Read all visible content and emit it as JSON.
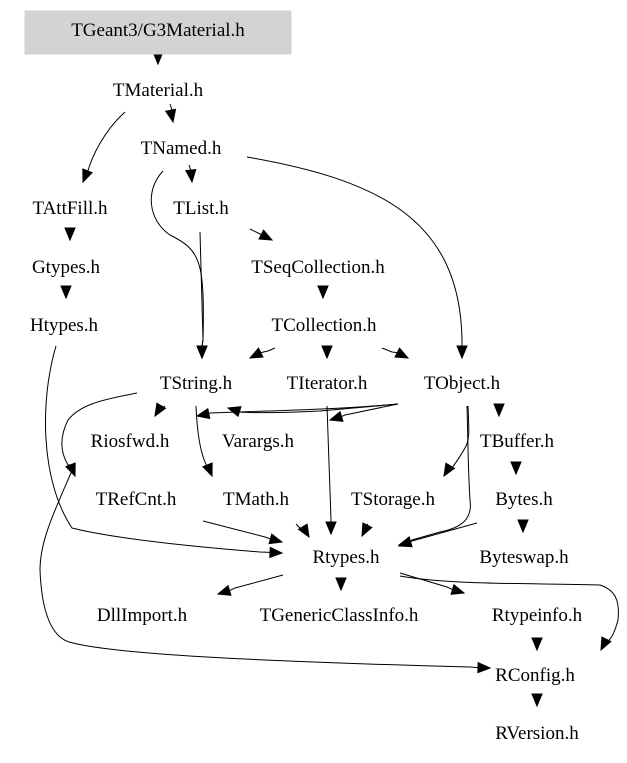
{
  "diagram": {
    "title": "TGeant3/G3Material.h",
    "root_fill": "#d3d3d3",
    "nodes": [
      {
        "id": "root",
        "label": "TGeant3/G3Material.h",
        "highlighted": true
      },
      {
        "id": "TMaterial",
        "label": "TMaterial.h"
      },
      {
        "id": "TNamed",
        "label": "TNamed.h"
      },
      {
        "id": "TAttFill",
        "label": "TAttFill.h"
      },
      {
        "id": "TList",
        "label": "TList.h"
      },
      {
        "id": "Gtypes",
        "label": "Gtypes.h"
      },
      {
        "id": "TSeqCollection",
        "label": "TSeqCollection.h"
      },
      {
        "id": "Htypes",
        "label": "Htypes.h"
      },
      {
        "id": "TCollection",
        "label": "TCollection.h"
      },
      {
        "id": "TString",
        "label": "TString.h"
      },
      {
        "id": "TIterator",
        "label": "TIterator.h"
      },
      {
        "id": "TObject",
        "label": "TObject.h"
      },
      {
        "id": "Riosfwd",
        "label": "Riosfwd.h"
      },
      {
        "id": "Varargs",
        "label": "Varargs.h"
      },
      {
        "id": "TBuffer",
        "label": "TBuffer.h"
      },
      {
        "id": "TRefCnt",
        "label": "TRefCnt.h"
      },
      {
        "id": "TMath",
        "label": "TMath.h"
      },
      {
        "id": "TStorage",
        "label": "TStorage.h"
      },
      {
        "id": "Bytes",
        "label": "Bytes.h"
      },
      {
        "id": "Rtypes",
        "label": "Rtypes.h"
      },
      {
        "id": "Byteswap",
        "label": "Byteswap.h"
      },
      {
        "id": "DllImport",
        "label": "DllImport.h"
      },
      {
        "id": "TGenericClassInfo",
        "label": "TGenericClassInfo.h"
      },
      {
        "id": "Rtypeinfo",
        "label": "Rtypeinfo.h"
      },
      {
        "id": "RConfig",
        "label": "RConfig.h"
      },
      {
        "id": "RVersion",
        "label": "RVersion.h"
      }
    ],
    "edges": [
      {
        "from": "root",
        "to": "TMaterial"
      },
      {
        "from": "TMaterial",
        "to": "TNamed"
      },
      {
        "from": "TMaterial",
        "to": "TAttFill"
      },
      {
        "from": "TNamed",
        "to": "TList"
      },
      {
        "from": "TNamed",
        "to": "TString"
      },
      {
        "from": "TNamed",
        "to": "TObject"
      },
      {
        "from": "TAttFill",
        "to": "Gtypes"
      },
      {
        "from": "Gtypes",
        "to": "Htypes"
      },
      {
        "from": "Htypes",
        "to": "Rtypes"
      },
      {
        "from": "TList",
        "to": "TSeqCollection"
      },
      {
        "from": "TList",
        "to": "TString"
      },
      {
        "from": "TSeqCollection",
        "to": "TCollection"
      },
      {
        "from": "TCollection",
        "to": "TString"
      },
      {
        "from": "TCollection",
        "to": "TIterator"
      },
      {
        "from": "TCollection",
        "to": "TObject"
      },
      {
        "from": "TString",
        "to": "Riosfwd"
      },
      {
        "from": "TString",
        "to": "TMath"
      },
      {
        "from": "TString",
        "to": "TRefCnt"
      },
      {
        "from": "TIterator",
        "to": "Rtypes"
      },
      {
        "from": "TObject",
        "to": "Varargs"
      },
      {
        "from": "TObject",
        "to": "TString"
      },
      {
        "from": "TObject",
        "to": "TIterator"
      },
      {
        "from": "TObject",
        "to": "TBuffer"
      },
      {
        "from": "TObject",
        "to": "TStorage"
      },
      {
        "from": "TObject",
        "to": "Rtypes"
      },
      {
        "from": "TBuffer",
        "to": "Bytes"
      },
      {
        "from": "TBuffer",
        "to": "Rtypes"
      },
      {
        "from": "Bytes",
        "to": "Byteswap"
      },
      {
        "from": "TRefCnt",
        "to": "Rtypes"
      },
      {
        "from": "TRefCnt",
        "to": "RConfig"
      },
      {
        "from": "TMath",
        "to": "Rtypes"
      },
      {
        "from": "TStorage",
        "to": "Rtypes"
      },
      {
        "from": "Rtypes",
        "to": "DllImport"
      },
      {
        "from": "Rtypes",
        "to": "TGenericClassInfo"
      },
      {
        "from": "Rtypes",
        "to": "Rtypeinfo"
      },
      {
        "from": "Rtypes",
        "to": "RConfig"
      },
      {
        "from": "Rtypeinfo",
        "to": "RConfig"
      },
      {
        "from": "RConfig",
        "to": "RVersion"
      }
    ]
  }
}
